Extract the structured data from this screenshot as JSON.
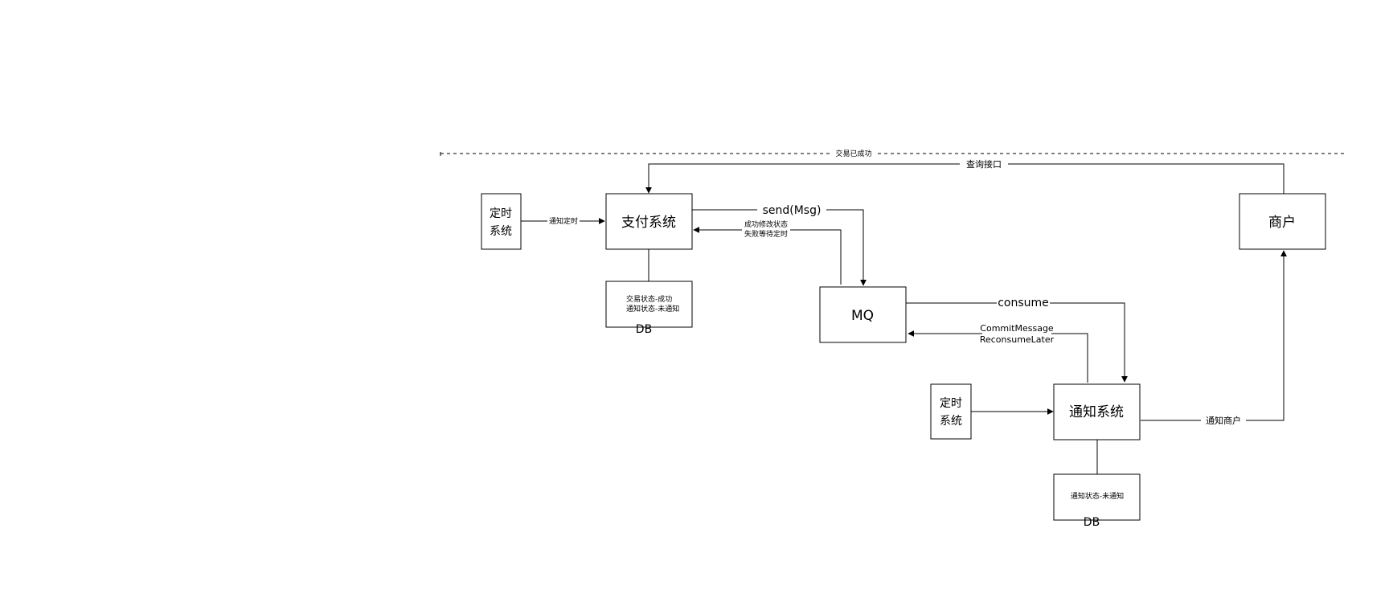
{
  "nodes": {
    "timer_left": [
      "定时",
      "系统"
    ],
    "pay_system": "支付系统",
    "pay_db_lines": [
      "交易状态-成功",
      "通知状态-未通知"
    ],
    "pay_db_label": "DB",
    "mq": "MQ",
    "timer_right": [
      "定时",
      "系统"
    ],
    "notify_system": "通知系统",
    "notify_db_lines": [
      "通知状态-未通知"
    ],
    "notify_db_label": "DB",
    "merchant": "商户"
  },
  "edges": {
    "trade_success": "交易已成功",
    "query_api": "查询接口",
    "notify_timer": "通知定时",
    "send_msg": "send(Msg)",
    "ack_lines": [
      "成功修改状态",
      "失败等待定时"
    ],
    "consume": "consume",
    "commit_lines": [
      "CommitMessage",
      "ReconsumeLater"
    ],
    "notify_merchant": "通知商户"
  }
}
